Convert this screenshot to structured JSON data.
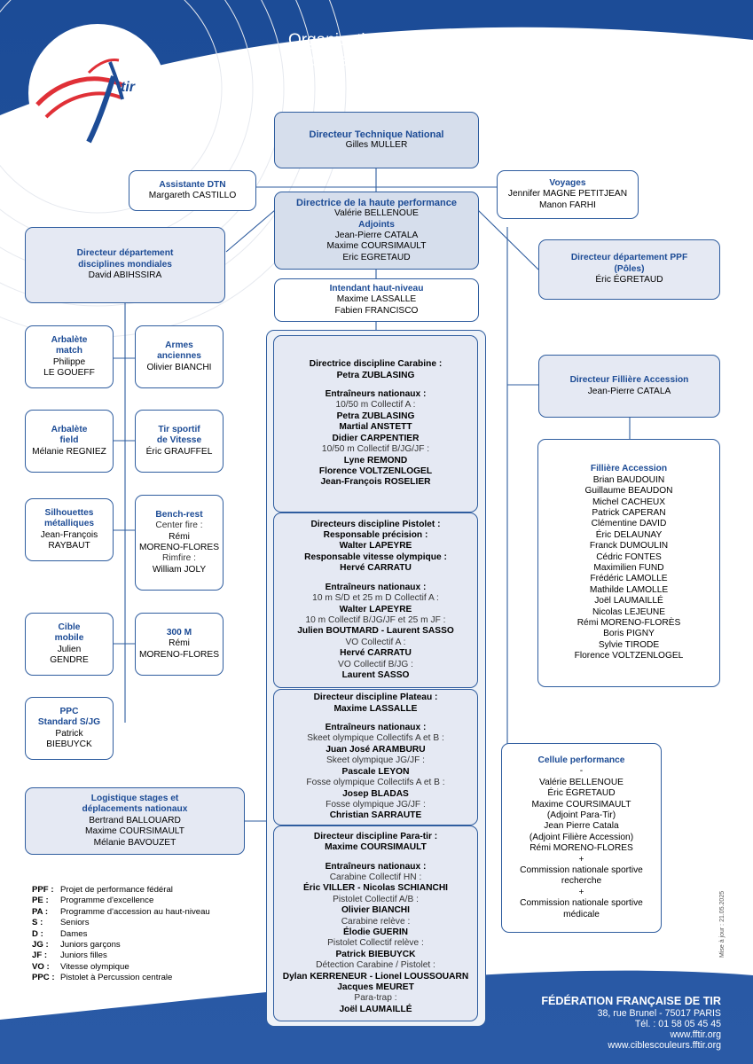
{
  "header": {
    "title_line1": "Organisation de la direction technique nationale",
    "title_line2": "Département haut-niveau 2025"
  },
  "logo": {
    "text": "FFtir"
  },
  "dtn": {
    "title": "Directeur Technique National",
    "name": "Gilles MULLER"
  },
  "assistante": {
    "title": "Assistante DTN",
    "name": "Margareth CASTILLO"
  },
  "voyages": {
    "title": "Voyages",
    "names": [
      "Jennifer MAGNE PETITJEAN",
      "Manon FARHI"
    ]
  },
  "haute_perf": {
    "title": "Directrice de la haute performance",
    "name": "Valérie BELLENOUE",
    "adjoints_label": "Adjoints",
    "adjoints": [
      "Jean-Pierre CATALA",
      "Maxime COURSIMAULT",
      "Eric EGRETAUD"
    ]
  },
  "dir_mondiales": {
    "title_line1": "Directeur département",
    "title_line2": "disciplines mondiales",
    "name": "David ABIHSSIRA"
  },
  "dir_ppf": {
    "title_line1": "Directeur département PPF",
    "title_line2": "(Pôles)",
    "name": "Éric ÉGRETAUD"
  },
  "intendant": {
    "title": "Intendant haut-niveau",
    "names": [
      "Maxime LASSALLE",
      "Fabien FRANCISCO"
    ]
  },
  "disciplines_left": {
    "arbalete_match": {
      "title_line1": "Arbalète",
      "title_line2": "match",
      "name_line1": "Philippe",
      "name_line2": "LE GOUEFF"
    },
    "armes_anciennes": {
      "title_line1": "Armes",
      "title_line2": "anciennes",
      "name": "Olivier BIANCHI"
    },
    "arbalete_field": {
      "title_line1": "Arbalète",
      "title_line2": "field",
      "name": "Mélanie REGNIEZ"
    },
    "tir_vitesse": {
      "title_line1": "Tir sportif",
      "title_line2": "de Vitesse",
      "name": "Éric GRAUFFEL"
    },
    "silhouettes": {
      "title_line1": "Silhouettes",
      "title_line2": "métalliques",
      "name_line1": "Jean-François",
      "name_line2": "RAYBAUT"
    },
    "bench_rest": {
      "title": "Bench-rest",
      "sub1": "Center fire :",
      "name1_line1": "Rémi",
      "name1_line2": "MORENO-FLORES",
      "sub2": "Rimfire :",
      "name2": "William JOLY"
    },
    "cible_mobile": {
      "title_line1": "Cible",
      "title_line2": "mobile",
      "name_line1": "Julien",
      "name_line2": "GENDRE"
    },
    "m300": {
      "title": "300 M",
      "name_line1": "Rémi",
      "name_line2": "MORENO-FLORES"
    },
    "ppc": {
      "title_line1": "PPC",
      "title_line2": "Standard S/JG",
      "name_line1": "Patrick",
      "name_line2": "BIEBUYCK"
    }
  },
  "carabine": {
    "title": "Directrice discipline Carabine :",
    "director": "Petra ZUBLASING",
    "coaches_label": "Entraîneurs nationaux :",
    "g1": "10/50 m Collectif A :",
    "g1_names": [
      "Petra ZUBLASING",
      "Martial ANSTETT",
      "Didier CARPENTIER"
    ],
    "g2": "10/50 m Collectif B/JG/JF :",
    "g2_names": [
      "Lyne REMOND",
      "Florence VOLTZENLOGEL",
      "Jean-François ROSELIER"
    ]
  },
  "pistolet": {
    "title": "Directeurs discipline Pistolet :",
    "sub1": "Responsable précision :",
    "name1": "Walter LAPEYRE",
    "sub2": "Responsable vitesse olympique :",
    "name2": "Hervé CARRATU",
    "coaches_label": "Entraîneurs nationaux :",
    "g1": "10 m S/D et 25 m D Collectif A :",
    "g1_name": "Walter LAPEYRE",
    "g2": "10 m Collectif B/JG/JF et 25 m JF :",
    "g2_name": "Julien BOUTMARD - Laurent SASSO",
    "g3": "VO Collectif A :",
    "g3_name": "Hervé CARRATU",
    "g4": "VO Collectif B/JG :",
    "g4_name": "Laurent SASSO"
  },
  "plateau": {
    "title": "Directeur discipline Plateau :",
    "director": "Maxime LASSALLE",
    "coaches_label": "Entraîneurs nationaux :",
    "g1": "Skeet olympique Collectifs A et B :",
    "g1_name": "Juan José ARAMBURU",
    "g2": "Skeet olympique JG/JF :",
    "g2_name": "Pascale LEYON",
    "g3": "Fosse olympique Collectifs A et B :",
    "g3_name": "Josep BLADAS",
    "g4": "Fosse olympique JG/JF :",
    "g4_name": "Christian SARRAUTE"
  },
  "paratir": {
    "title": "Directeur discipline Para-tir :",
    "director": "Maxime COURSIMAULT",
    "coaches_label": "Entraîneurs nationaux :",
    "g1": "Carabine Collectif HN :",
    "g1_name": "Éric VILLER - Nicolas SCHIANCHI",
    "g2": "Pistolet Collectif A/B :",
    "g2_name": "Olivier BIANCHI",
    "g3": "Carabine relève :",
    "g3_name": "Élodie GUERIN",
    "g4": "Pistolet Collectif relève :",
    "g4_name": "Patrick BIEBUYCK",
    "g5": "Détection Carabine / Pistolet :",
    "g5_names": [
      "Dylan KERRENEUR - Lionel LOUSSOUARN",
      "Jacques MEURET"
    ],
    "g6": "Para-trap :",
    "g6_name": "Joël LAUMAILLÉ"
  },
  "filiere_dir": {
    "title": "Directeur Fillière Accession",
    "name": "Jean-Pierre CATALA"
  },
  "filiere": {
    "title": "Fillière Accession",
    "names": [
      "Brian BAUDOUIN",
      "Guillaume BEAUDON",
      "Michel CACHEUX",
      "Patrick CAPERAN",
      "Clémentine DAVID",
      "Éric DELAUNAY",
      "Franck DUMOULIN",
      "Cédric FONTES",
      "Maximilien FUND",
      "Frédéric LAMOLLE",
      "Mathilde LAMOLLE",
      "Joël LAUMAILLÉ",
      "Nicolas LEJEUNE",
      "Rémi MORENO-FLORÈS",
      "Boris PIGNY",
      "Sylvie TIRODE",
      "Florence VOLTZENLOGEL"
    ]
  },
  "cellule": {
    "title": "Cellule performance",
    "dash": "-",
    "lines": [
      "Valérie BELLENOUE",
      "Éric ÉGRETAUD",
      "Maxime COURSIMAULT",
      "(Adjoint Para-Tir)",
      "Jean Pierre Catala",
      "(Adjoint Filière Accession)",
      "Rémi MORENO-FLORES",
      "+",
      "Commission nationale sportive",
      "recherche",
      "+",
      "Commission nationale sportive",
      "médicale"
    ]
  },
  "logistique": {
    "title_line1": "Logistique stages et",
    "title_line2": "déplacements nationaux",
    "names": [
      "Bertrand BALLOUARD",
      "Maxime COURSIMAULT",
      "Mélanie BAVOUZET"
    ]
  },
  "legend": [
    {
      "k": "PPF :",
      "v": "Projet de performance fédéral"
    },
    {
      "k": "PE :",
      "v": "Programme d'excellence"
    },
    {
      "k": "PA :",
      "v": "Programme d'accession au haut-niveau"
    },
    {
      "k": "S :",
      "v": "Seniors"
    },
    {
      "k": "D :",
      "v": "Dames"
    },
    {
      "k": "JG :",
      "v": "Juniors garçons"
    },
    {
      "k": "JF :",
      "v": "Juniors filles"
    },
    {
      "k": "VO :",
      "v": "Vitesse olympique"
    },
    {
      "k": "PPC :",
      "v": "Pistolet à Percussion centrale"
    }
  ],
  "update_note": "Mise à jour : 21.05.2025",
  "footer": {
    "org": "FÉDÉRATION FRANÇAISE DE TIR",
    "address": "38, rue Brunel - 75017 PARIS",
    "tel": "Tél. : 01 58 05 45 45",
    "web1": "www.fftir.org",
    "web2": "www.ciblescouleurs.fftir.org"
  }
}
